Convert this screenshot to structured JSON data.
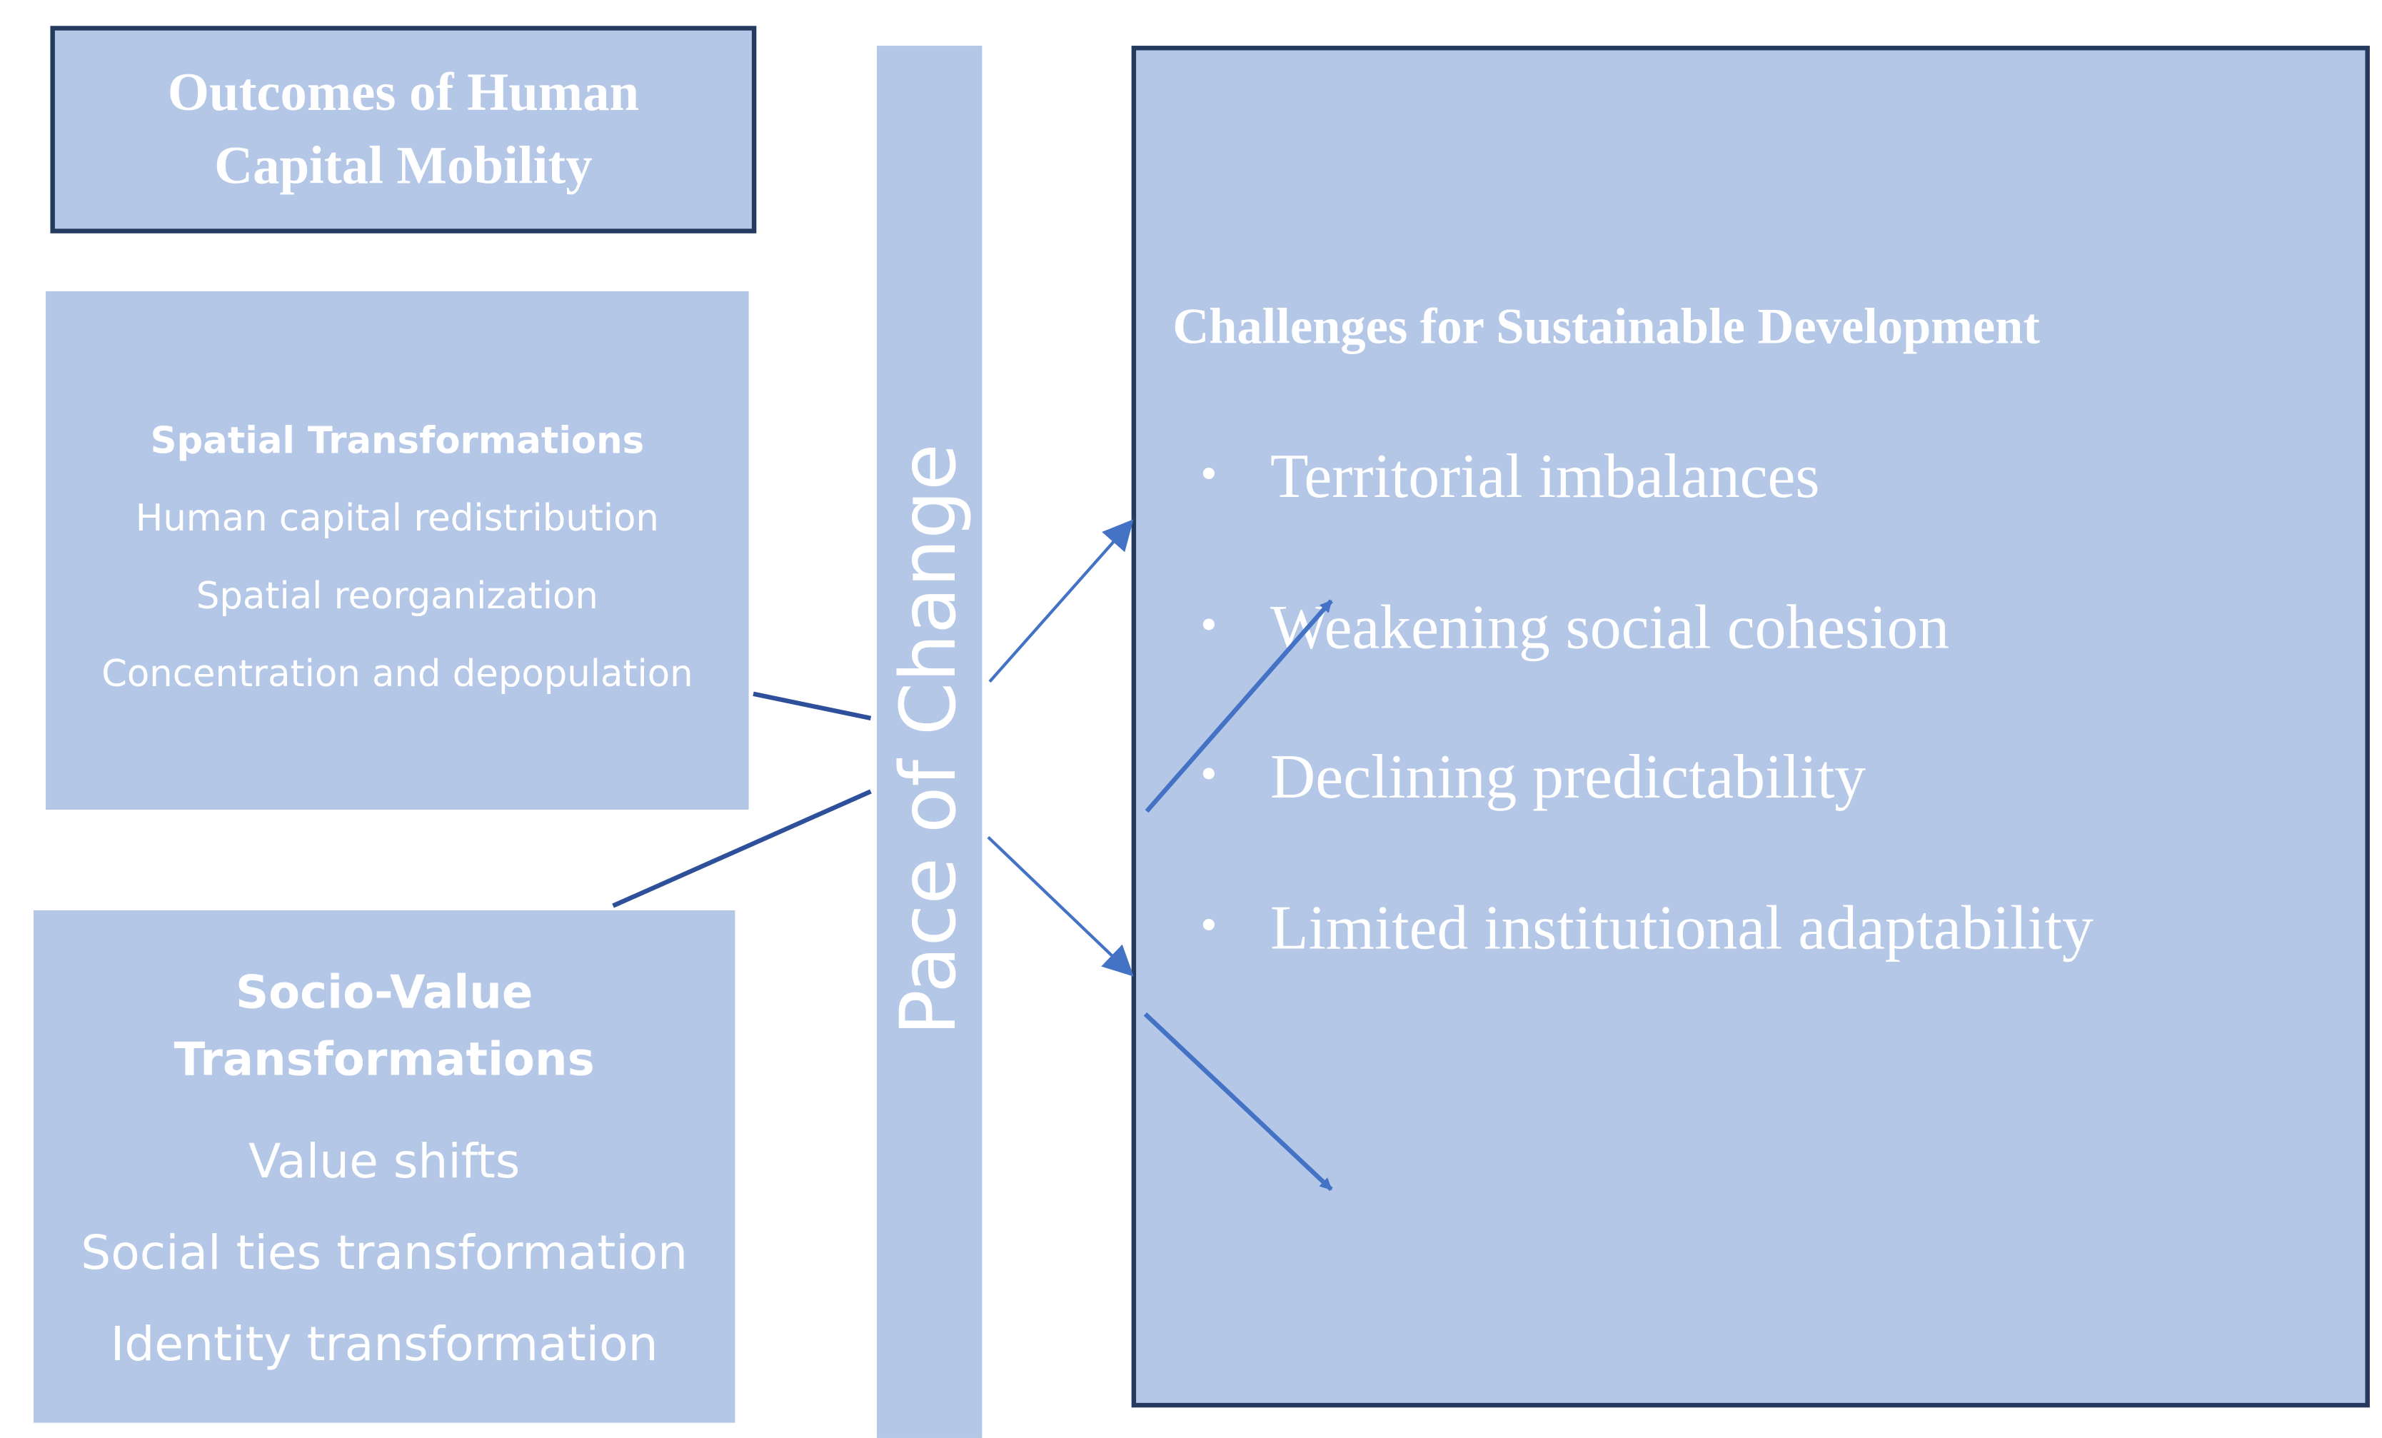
{
  "title": {
    "line1": "Outcomes of Human",
    "line2": "Capital Mobility"
  },
  "spatial": {
    "heading": "Spatial Transformations",
    "items": [
      "Human capital redistribution",
      "Spatial reorganization",
      "Concentration and depopulation"
    ]
  },
  "socio": {
    "heading_line1": "Socio-Value",
    "heading_line2": "Transformations",
    "items": [
      "Value shifts",
      "Social ties transformation",
      "Identity transformation"
    ]
  },
  "pace": {
    "label": "Pace of Change"
  },
  "challenges": {
    "title": "Challenges for Sustainable Development",
    "items": [
      "Territorial imbalances",
      "Weakening social cohesion",
      "Declining predictability",
      "Limited institutional adaptability"
    ]
  },
  "colors": {
    "box_fill": "#b4c7e7",
    "box_border": "#243a5e",
    "connector": "#2e4f99",
    "arrow": "#4472c4",
    "text": "#ffffff"
  }
}
